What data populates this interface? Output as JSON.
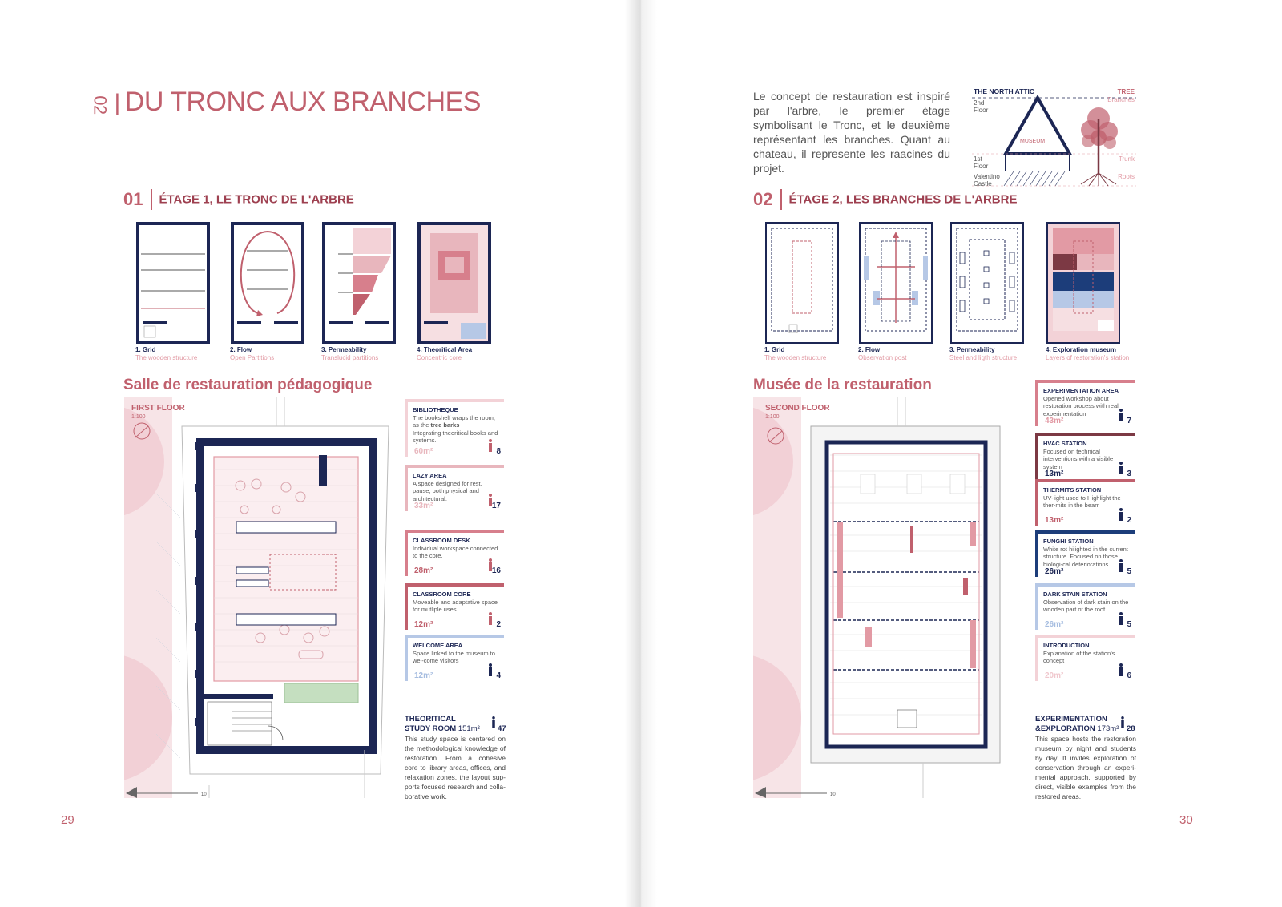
{
  "chapter": {
    "number": "02",
    "title": "DU TRONC AUX BRANCHES"
  },
  "left": {
    "section": {
      "number": "01",
      "label": "ÉTAGE 1, LE TRONC DE L'ARBRE"
    },
    "diagrams": [
      {
        "title": "1. Grid",
        "subtitle": "The wooden structure"
      },
      {
        "title": "2. Flow",
        "subtitle": "Open Partitions"
      },
      {
        "title": "3. Permeability",
        "subtitle": "Translucid partitions"
      },
      {
        "title": "4. Theoritical Area",
        "subtitle": "Concentric core"
      }
    ],
    "subtitle": "Salle de restauration pédagogique",
    "plan": {
      "label": "FIRST FLOOR",
      "scale": "1:100",
      "scalebar": "10"
    },
    "cards": [
      {
        "title": "BIBLIOTHEQUE",
        "text1": "The bookshelf wraps the room,",
        "text2": "as the ",
        "bold": "tree barks",
        "text3": "Integrating theoritical books and systems.",
        "area": "60m²",
        "count": "8",
        "color": "#f3d2d7",
        "areaColor": "#e8b6bd"
      },
      {
        "title": "LAZY AREA",
        "text1": "A space designed for rest, pause, both physical and architectural.",
        "area": "33m²",
        "count": "17",
        "color": "#e8b6bd",
        "areaColor": "#e8b6bd"
      },
      {
        "title": "CLASSROOM DESK",
        "text1": "Individual workspace connected to the core.",
        "area": "28m²",
        "count": "16",
        "color": "#d77f8c",
        "areaColor": "#c0606d"
      },
      {
        "title": "CLASSROOM CORE",
        "text1": "Moveable and adaptative space for mutliple uses",
        "area": "12m²",
        "count": "2",
        "color": "#c0606d",
        "areaColor": "#c0606d"
      },
      {
        "title": "WELCOME AREA",
        "text1": "Space linked to the museum to wel-come visitors",
        "area": "12m²",
        "count": "4",
        "color": "#b6c8e6",
        "areaColor": "#a6bde0"
      }
    ],
    "summary": {
      "title1": "THEORITICAL",
      "title2": "STUDY ROOM",
      "area": "151m²",
      "count": "47",
      "text": "This study space is centered on the methodological knowledge of restoration. From a cohesive core to library areas, offices, and relaxation zones, the layout sup-ports focused research and colla-borative work."
    },
    "pageNumber": "29"
  },
  "right": {
    "intro": "Le concept de restauration est inspiré par l'arbre, le premier étage symbolisant le Tronc, et le deuxième représentant les branches. Quant au chateau, il represente les raacines du projet.",
    "attic": {
      "title": "THE NORTH ATTIC",
      "floor2": "2nd Floor",
      "floor1": "1st Floor",
      "castle": "Valentino Castle",
      "tree": "TREE",
      "branches": "Branches",
      "trunk": "Trunk",
      "roots": "Roots",
      "museum": "MUSEUM"
    },
    "section": {
      "number": "02",
      "label": "ÉTAGE 2, LES BRANCHES DE L'ARBRE"
    },
    "diagrams": [
      {
        "title": "1. Grid",
        "subtitle": "The wooden structure"
      },
      {
        "title": "2. Flow",
        "subtitle": "Observation post"
      },
      {
        "title": "3. Permeability",
        "subtitle": "Steel and ligth structure"
      },
      {
        "title": "4. Exploration museum",
        "subtitle": "Layers of restoration's station"
      }
    ],
    "subtitle": "Musée de la restauration",
    "plan": {
      "label": "SECOND FLOOR",
      "scale": "1:100",
      "scalebar": "10"
    },
    "cards": [
      {
        "title": "EXPERIMENTATION AREA",
        "text1": "Opened workshop about restoration process with real experimentation",
        "area": "43m²",
        "count": "7",
        "color": "#d77f8c",
        "areaColor": "#e29aa4"
      },
      {
        "title": "HVAC STATION",
        "text1": "Focused on technical interventions with a visible system",
        "area": "13m²",
        "count": "3",
        "color": "#7c3944",
        "areaColor": "#1c2654"
      },
      {
        "title": "THERMITS STATION",
        "text1": "UV-light used to Highlight the ther-mits in the beam",
        "area": "13m²",
        "count": "2",
        "color": "#c0606d",
        "areaColor": "#c0606d"
      },
      {
        "title": "FUNGHI STATION",
        "text1": "White rot hilighted in the current structure. Focused on those biologi-cal deteriorations",
        "area": "26m²",
        "count": "5",
        "color": "#1c3d7a",
        "areaColor": "#1c2654"
      },
      {
        "title": "DARK STAIN STATION",
        "text1": "Observation of dark stain on the wooden part of the roof",
        "area": "26m²",
        "count": "5",
        "color": "#b6c8e6",
        "areaColor": "#a6bde0"
      },
      {
        "title": "INTRODUCTION",
        "text1": "Explanation of the station's concept",
        "area": "20m²",
        "count": "6",
        "color": "#f3d2d7",
        "areaColor": "#f0c7cd"
      }
    ],
    "summary": {
      "title1": "EXPERIMENTATION",
      "title2": "&EXPLORATION",
      "area": "173m²",
      "count": "28",
      "text": "This space hosts the restoration museum by night and students by day. It invites exploration of conservation through an experi-mental approach, supported by direct, visible examples from the restored areas."
    },
    "pageNumber": "30"
  },
  "colors": {
    "rose": "#c0606d",
    "navy": "#1c2654",
    "pink": "#e8b6bd",
    "blue": "#1c3d7a",
    "lightblue": "#b6c8e6"
  }
}
